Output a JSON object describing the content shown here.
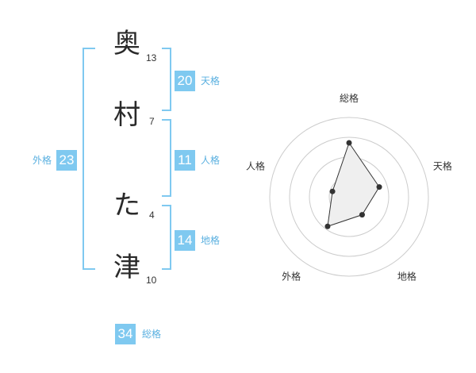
{
  "name": {
    "chars": [
      {
        "char": "奥",
        "strokes": "13"
      },
      {
        "char": "村",
        "strokes": "7"
      },
      {
        "char": "た",
        "strokes": "4"
      },
      {
        "char": "津",
        "strokes": "10"
      }
    ]
  },
  "fortune": {
    "tenkaku": {
      "value": "20",
      "label": "天格"
    },
    "jinkaku": {
      "value": "11",
      "label": "人格"
    },
    "chikaku": {
      "value": "14",
      "label": "地格"
    },
    "gaikaku": {
      "value": "23",
      "label": "外格"
    },
    "soukaku": {
      "value": "34",
      "label": "総格"
    }
  },
  "chart_data": {
    "type": "radar",
    "axes": [
      "総格",
      "天格",
      "地格",
      "外格",
      "人格"
    ],
    "values": [
      34,
      20,
      14,
      23,
      11
    ],
    "rings": 4,
    "colors": {
      "fill": "#efefef",
      "line": "#333333",
      "point": "#333333",
      "grid": "#cccccc"
    }
  },
  "colors": {
    "accent": "#7fc9f0",
    "label": "#5ab0e0"
  }
}
